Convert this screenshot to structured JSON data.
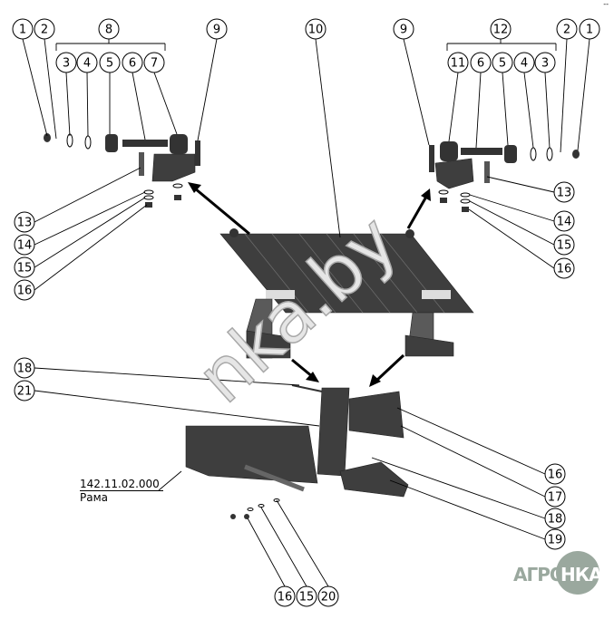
{
  "balloons": [
    "1",
    "2",
    "8",
    "9",
    "3",
    "4",
    "5",
    "6",
    "7",
    "10",
    "9",
    "12",
    "2",
    "1",
    "11",
    "6",
    "5",
    "4",
    "3",
    "13",
    "14",
    "15",
    "16",
    "13",
    "14",
    "15",
    "16",
    "18",
    "21",
    "16",
    "17",
    "18",
    "19",
    "16",
    "15",
    "20"
  ],
  "part_reference": {
    "number": "142.11.02.000",
    "name": "Рама"
  },
  "watermark": "nka.by",
  "logo": {
    "left": "АГРО",
    "right": "НКА",
    "color": "#9aa89e"
  },
  "corner_mark": "--"
}
